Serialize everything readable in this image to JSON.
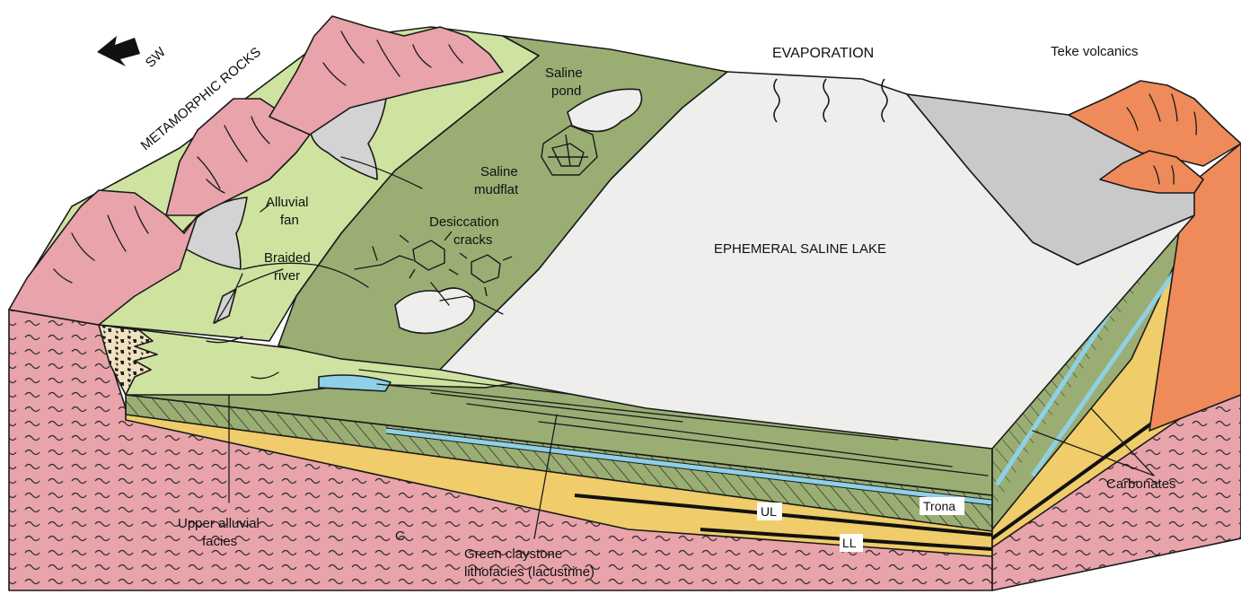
{
  "labels": {
    "direction": "SW",
    "metamorphic": "METAMORPHIC ROCKS",
    "evaporation": "EVAPORATION",
    "teke": "Teke volcanics",
    "saline_pond_1": "Saline",
    "saline_pond_2": "pond",
    "saline_mudflat_1": "Saline",
    "saline_mudflat_2": "mudflat",
    "desiccation_1": "Desiccation",
    "desiccation_2": "cracks",
    "alluvial_fan_1": "Alluvial",
    "alluvial_fan_2": "fan",
    "braided_1": "Braided",
    "braided_2": "river",
    "lake": "EPHEMERAL SALINE LAKE",
    "upper_alluvial_1": "Upper alluvial",
    "upper_alluvial_2": "facies",
    "c": "C",
    "green_claystone_1": "Green claystone",
    "green_claystone_2": "lithofacies (lacustrine)",
    "carbonates": "Carbonates",
    "trona": "Trona",
    "ul": "UL",
    "ll": "LL"
  },
  "colors": {
    "metamorphic": "#e8a3ab",
    "alluvial": "#cfe3a0",
    "mudflat": "#9aae74",
    "lake": "#eeeeec",
    "volcanic": "#ef8a5a",
    "fan": "#d3d3d3",
    "yellow": "#f0cc6a",
    "blue": "#8fd0e6",
    "dark_gray": "#6f6f6f"
  }
}
